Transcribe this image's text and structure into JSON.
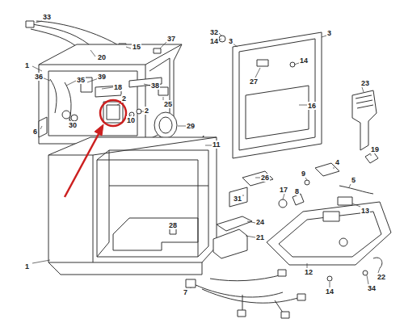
{
  "diagram": {
    "labels": [
      "33",
      "15",
      "37",
      "20",
      "1",
      "36",
      "35",
      "39",
      "18",
      "38",
      "25",
      "30",
      "2",
      "10",
      "2",
      "6",
      "29",
      "32",
      "14",
      "3",
      "3",
      "14",
      "27",
      "16",
      "23",
      "11",
      "19",
      "26",
      "9",
      "4",
      "31",
      "8",
      "5",
      "17",
      "13",
      "24",
      "21",
      "28",
      "1",
      "12",
      "7",
      "22",
      "14",
      "34"
    ]
  }
}
